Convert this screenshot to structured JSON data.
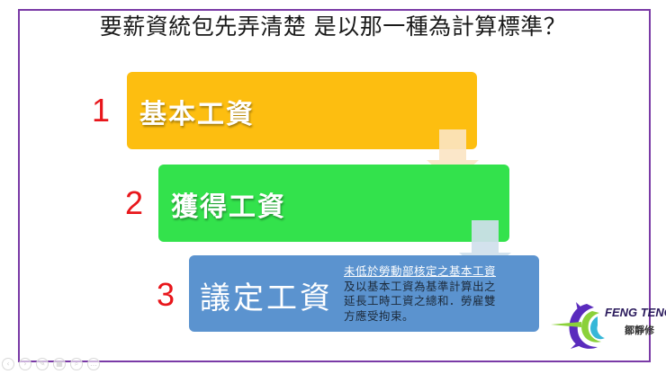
{
  "slide": {
    "title": "要薪資統包先弄清楚 是以那一種為計算標準？",
    "border_color": "#7a3aa6",
    "steps": [
      {
        "number": "1",
        "label": "基本工資",
        "color": "#fdbe10"
      },
      {
        "number": "2",
        "label": "獲得工資",
        "color": "#33e24c"
      },
      {
        "number": "3",
        "label": "議定工資",
        "color": "#5b93cf"
      }
    ],
    "description": {
      "highlight": "未低於勞動部核定之基本工資",
      "lines": [
        "及以基本工資為基準計算出之",
        "延長工時工資之總和．勞雇雙",
        "方應受拘束。"
      ]
    },
    "number_color": "#e8161b"
  },
  "logo": {
    "name": "FENG TENG",
    "subtitle": "鄒靜修"
  },
  "controls": [
    {
      "icon": "previous-icon",
      "glyph": "‹"
    },
    {
      "icon": "next-icon",
      "glyph": "›"
    },
    {
      "icon": "pen-icon",
      "glyph": "✎"
    },
    {
      "icon": "slides-icon",
      "glyph": "▦"
    },
    {
      "icon": "zoom-icon",
      "glyph": "⌕"
    },
    {
      "icon": "more-icon",
      "glyph": "…"
    }
  ]
}
